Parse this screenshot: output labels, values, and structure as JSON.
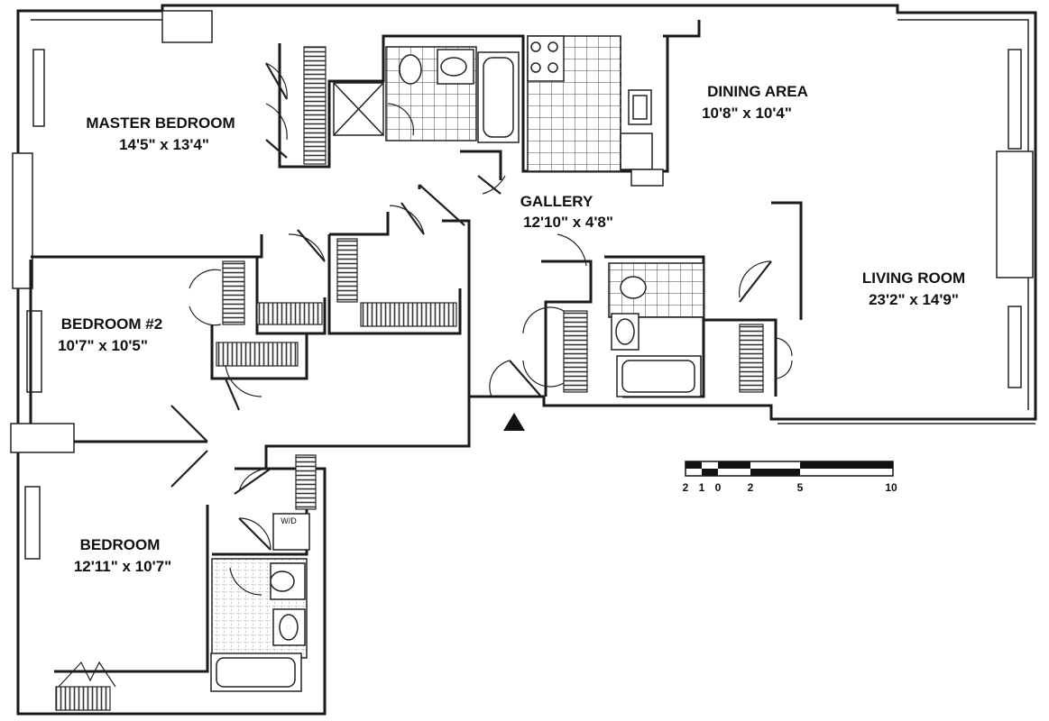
{
  "rooms": {
    "master_bedroom": {
      "name": "MASTER BEDROOM",
      "size": "14'5\" x 13'4\""
    },
    "dining_area": {
      "name": "DINING AREA",
      "size": "10'8\" x 10'4\""
    },
    "gallery": {
      "name": "GALLERY",
      "size": "12'10\" x 4'8\""
    },
    "living_room": {
      "name": "LIVING ROOM",
      "size": "23'2\" x 14'9\""
    },
    "bedroom_2": {
      "name": "BEDROOM #2",
      "size": "10'7\" x 10'5\""
    },
    "bedroom": {
      "name": "BEDROOM",
      "size": "12'11\" x 10'7\""
    }
  },
  "washer_dryer_label": "W/D",
  "scale_bar": {
    "ticks": [
      "2",
      "1",
      "0",
      "2",
      "5",
      "10"
    ]
  }
}
